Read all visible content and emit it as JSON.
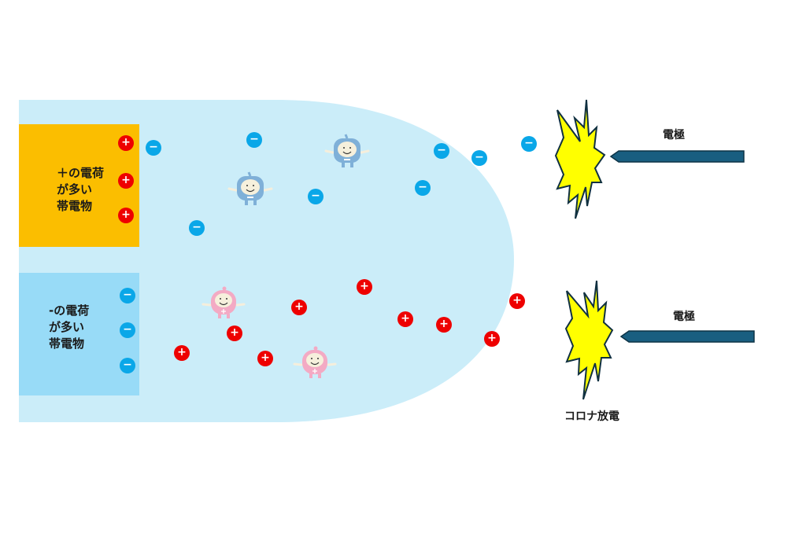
{
  "colors": {
    "region": "#cbedf9",
    "positive_box": "#fbbe00",
    "negative_box": "#98dbf7",
    "positive_charge": "#ee0000",
    "negative_charge": "#0aa7e8",
    "spark_fill": "#ffff00",
    "spark_stroke": "#103040",
    "electrode": "#195e80",
    "electrode_stroke": "#0d3346"
  },
  "positive_body": {
    "label": "＋の電荷\nが多い\n帯電物"
  },
  "negative_body": {
    "label": "-の電荷\nが多い\n帯電物"
  },
  "electrode_top": {
    "label": "電極"
  },
  "electrode_bottom": {
    "label": "電極"
  },
  "corona_label": "コロナ放電",
  "charge_symbols": {
    "positive": "+",
    "negative": "−"
  },
  "icons": {
    "spark": "spark-icon",
    "electrode": "electrode-arrow-icon",
    "mascot_negative": "blue-mascot-icon",
    "mascot_positive": "pink-mascot-icon"
  }
}
